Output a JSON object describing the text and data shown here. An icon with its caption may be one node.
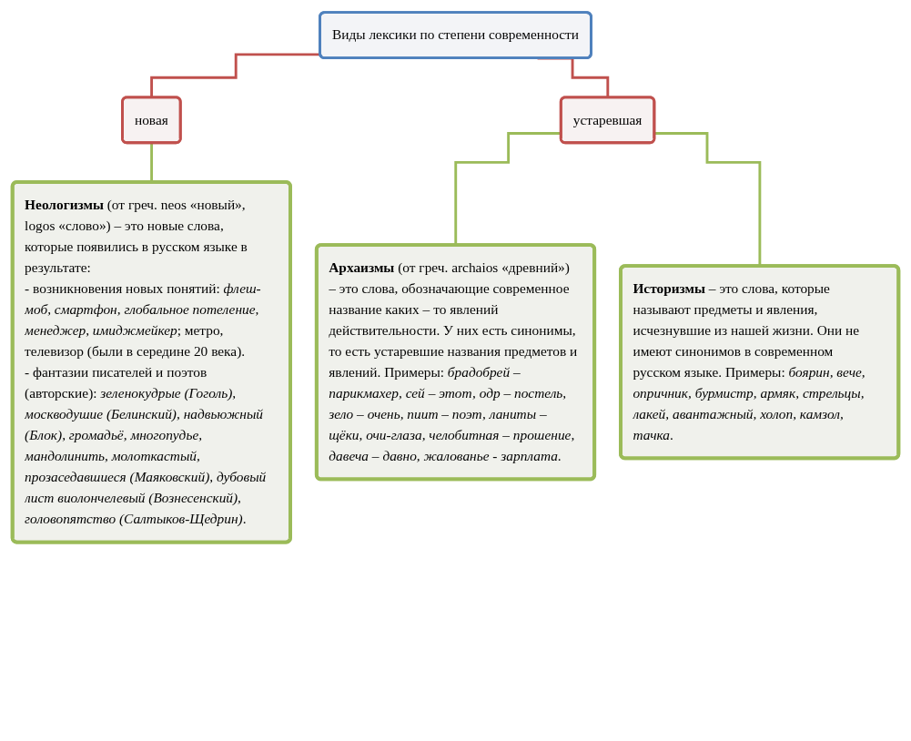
{
  "diagram": {
    "nodes": [
      {
        "text": [
          "Виды лексики по степени современности"
        ]
      },
      {
        "text": [
          "новая"
        ]
      },
      {
        "text": [
          "устаревшая"
        ]
      },
      {
        "text": [
          "**Неологизмы** (от греч. neos «новый», logos «слово») – это новые слова, которые появились в русском языке в результате:",
          "- возникновения новых понятий: *флеш-моб, смартфон, глобальное потеление, менеджер, имиджмейкер*; метро, телевизор (были в середине 20 века).",
          "- фантазии писателей и поэтов (авторские): *зеленокудрые (Гоголь), москводушие (Белинский), надвьюжный (Блок), громадьё, многопудье, мандолинить, молоткастый, прозаседавшиеся (Маяковский), дубовый лист виолончелевый (Вознесенский), головопятство (Салтыков-Щедрин)*."
        ]
      },
      {
        "text": [
          "**Архаизмы** (от греч. archaios «древний») – это слова, обозначающие современное название каких – то явлений действительности. У них есть синонимы, то есть устаревшие названия предметов и явлений. Примеры: *брадобрей – парикмахер, сей – этот, одр – постель, зело – очень, пиит – поэт, ланиты – щёки, очи-глаза, челобитная – прошение, давеча – давно, жалованье - зарплата*."
        ]
      },
      {
        "text": [
          "**Историзмы** – это слова, которые называют предметы и явления, исчезнувшие из нашей жизни. Они не имеют синонимов в современном русском языке. Примеры: *боярин, вече, опричник, бурмистр, армяк, стрельцы, лакей, авантажный, холоп, камзол, тачка*."
        ]
      }
    ],
    "edges": [
      {
        "from": 0,
        "to": 1,
        "arrow": "none",
        "color": "#c0504d"
      },
      {
        "from": 0,
        "to": 2,
        "arrow": "none",
        "color": "#c0504d"
      },
      {
        "from": 1,
        "to": 3,
        "arrow": "none"
      },
      {
        "from": 2,
        "to": 4,
        "arrow": "none"
      },
      {
        "from": 2,
        "to": 5,
        "arrow": "none"
      }
    ]
  }
}
